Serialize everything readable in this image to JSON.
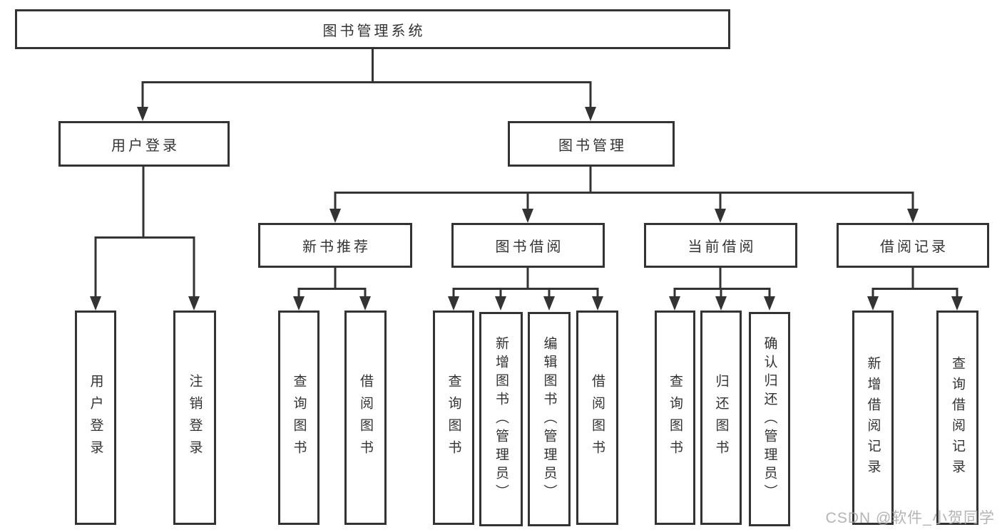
{
  "nodes": {
    "root": "图书管理系统",
    "user_login": "用户登录",
    "book_mgmt": "图书管理",
    "new_book_rec": "新书推荐",
    "book_borrow": "图书借阅",
    "current_borrow": "当前借阅",
    "borrow_record": "借阅记录",
    "leaf_user_login": "用户登录",
    "leaf_logout": "注销登录",
    "leaf_nbr_query": "查询图书",
    "leaf_nbr_borrow": "借阅图书",
    "leaf_bb_query": "查询图书",
    "leaf_bb_add": "新增图书（管理员）",
    "leaf_bb_edit": "编辑图书（管理员）",
    "leaf_bb_borrow": "借阅图书",
    "leaf_cb_query": "查询图书",
    "leaf_cb_return": "归还图书",
    "leaf_cb_confirm": "确认归还（管理员）",
    "leaf_br_add": "新增借阅记录",
    "leaf_br_query": "查询借阅记录"
  },
  "watermark": {
    "text": "CSDN @软件_小贺同学",
    "color": "#a8a8a8"
  },
  "colors": {
    "line": "#333333",
    "box_border": "#333333",
    "text": "#333333",
    "background": "#ffffff"
  }
}
